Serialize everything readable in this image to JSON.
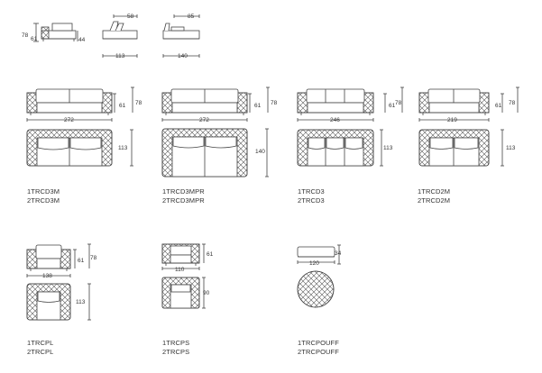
{
  "top_views": {
    "side_overall_height": "78",
    "side_seat_height": "61",
    "side_arm_height": "44",
    "depth_a_top": "58",
    "depth_a_bottom": "113",
    "depth_b_top": "85",
    "depth_b_bottom": "140"
  },
  "models": [
    {
      "id": "m1",
      "codes": [
        "1TRCD3M",
        "2TRCD3M"
      ],
      "width": "272",
      "h_seat": "61",
      "h_total": "78",
      "depth": "113"
    },
    {
      "id": "m2",
      "codes": [
        "1TRCD3MPR",
        "2TRCD3MPR"
      ],
      "width": "272",
      "h_seat": "61",
      "h_total": "78",
      "depth": "140"
    },
    {
      "id": "m3",
      "codes": [
        "1TRCD3",
        "2TRCD3"
      ],
      "width": "246",
      "h_seat": "61",
      "h_total": "78",
      "depth": "113"
    },
    {
      "id": "m4",
      "codes": [
        "1TRCD2M",
        "2TRCD2M"
      ],
      "width": "219",
      "h_seat": "61",
      "h_total": "78",
      "depth": "113"
    },
    {
      "id": "m5",
      "codes": [
        "1TRCPL",
        "2TRCPL"
      ],
      "width": "138",
      "h_seat": "61",
      "h_total": "78",
      "depth": "113"
    },
    {
      "id": "m6",
      "codes": [
        "1TRCPS",
        "2TRCPS"
      ],
      "width": "110",
      "h_seat": "61",
      "depth": "90"
    },
    {
      "id": "m7",
      "codes": [
        "1TRCPOUFF",
        "2TRCPOUFF"
      ],
      "width": "120",
      "height": "34"
    }
  ]
}
